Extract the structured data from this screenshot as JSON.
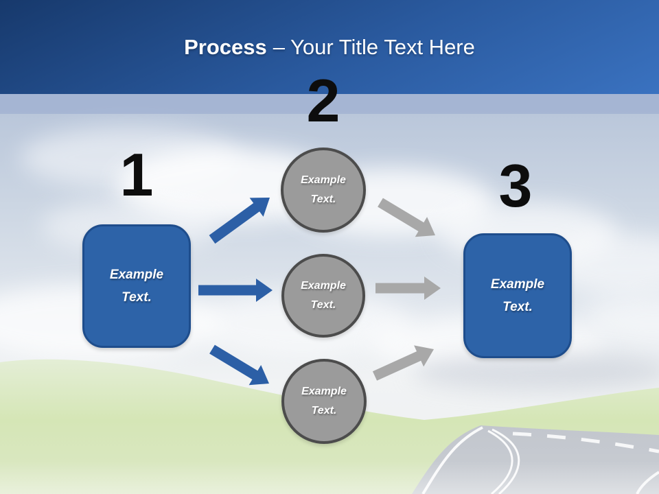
{
  "header": {
    "title_bold": "Process",
    "title_rest": "– Your Title Text Here"
  },
  "step_numbers": [
    "1",
    "2",
    "3"
  ],
  "diagram": {
    "start_box": {
      "label": "Example Text."
    },
    "circles": [
      {
        "label": "Example Text."
      },
      {
        "label": "Example Text."
      },
      {
        "label": "Example Text."
      }
    ],
    "end_box": {
      "label": "Example Text."
    }
  },
  "colors": {
    "header_gradient_top": "#17396c",
    "header_gradient_bottom": "#3a72c0",
    "accent_blue": "#2d63a8",
    "box_border_blue": "#1e4d8c",
    "shape_gray": "#9b9b9b",
    "shape_gray_border": "#4c4c4c",
    "arrow_blue": "#2c5fa6",
    "arrow_gray": "#a8a8a8",
    "number_black": "#0d0d0d",
    "title_white": "#ffffff"
  }
}
